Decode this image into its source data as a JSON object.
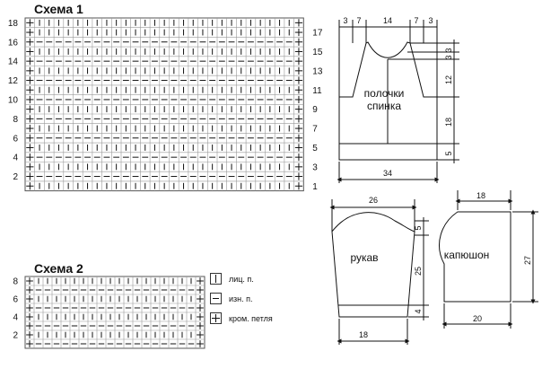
{
  "scheme1": {
    "title": "Схема 1",
    "left_row_numbers": [
      "18",
      "16",
      "14",
      "12",
      "10",
      "8",
      "6",
      "4",
      "2"
    ],
    "right_row_numbers": [
      "17",
      "15",
      "13",
      "11",
      "9",
      "7",
      "5",
      "3",
      "1"
    ],
    "rows": [
      "K|||||||||||||||||||||||||||K",
      "K|||||||||||||||||||||||||||K",
      "K---------------------------K",
      "K|||||||||||||||||||||||||||K",
      "K---------------------------K",
      "K|||||||||||||||||||||||||||K",
      "K---------------------------K",
      "K|||||||||||||||||||||||||||K",
      "K---------------------------K",
      "K|||||||||||||||||||||||||||K",
      "K---------------------------K",
      "K|||||||||||||||||||||||||||K",
      "K---------------------------K",
      "K|||||||||||||||||||||||||||K",
      "K---------------------------K",
      "K|||||||||||||||||||||||||||K",
      "K---------------------------K",
      "K|||||||||||||||||||||||||||K"
    ]
  },
  "scheme2": {
    "title": "Схема 2",
    "left_row_numbers": [
      "8",
      "6",
      "4",
      "2"
    ],
    "right_row_numbers": [
      "7",
      "5",
      "3",
      "1"
    ],
    "rows": [
      "K||||||||||||||||||K",
      "K------------------K",
      "K||||||||||||||||||K",
      "K------------------K",
      "K||||||||||||||||||K",
      "K------------------K",
      "K||||||||||||||||||K",
      "K------------------K"
    ]
  },
  "legend": [
    {
      "key": "lic",
      "label": "лиц. п."
    },
    {
      "key": "izn",
      "label": "изн. п."
    },
    {
      "key": "krom",
      "label": "кром. петля"
    }
  ],
  "vest": {
    "label_line1": "полочки",
    "label_line2": "спинка",
    "top_dims": [
      "3",
      "7",
      "14",
      "7",
      "3"
    ],
    "right_dims": [
      "3",
      "3",
      "12",
      "18",
      "5"
    ],
    "bottom_dim": "34"
  },
  "sleeve": {
    "label": "рукав",
    "top_dim": "26",
    "right_dims": [
      "5",
      "25",
      "4"
    ],
    "bottom_dim": "18"
  },
  "hood": {
    "label": "капюшон",
    "top_dim": "18",
    "right_dim": "27",
    "bottom_dim": "20"
  },
  "colors": {
    "line": "#111111",
    "grid": "#555555",
    "bg": "#ffffff"
  }
}
